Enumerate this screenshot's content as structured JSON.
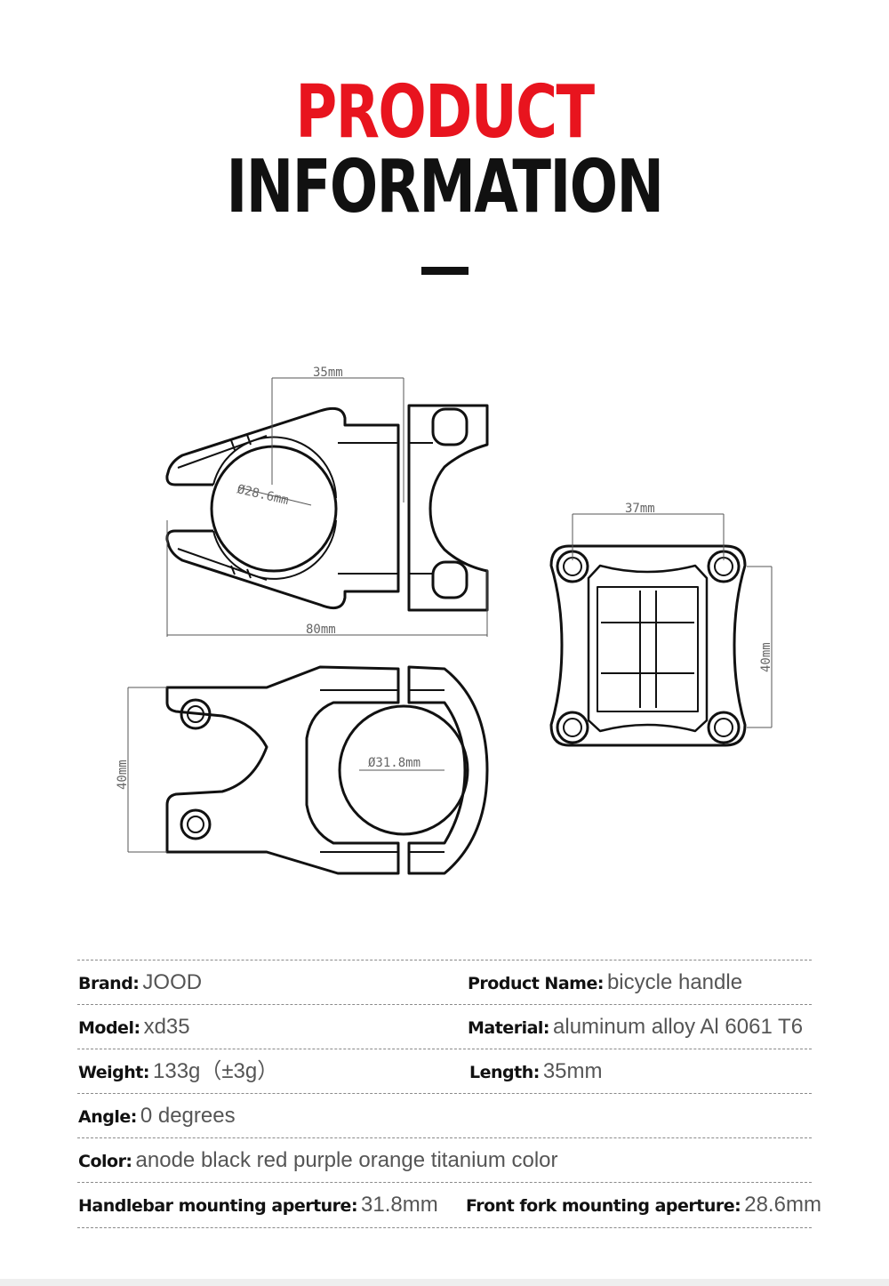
{
  "header": {
    "title_line1": "PRODUCT",
    "title_line2": "INFORMATION",
    "accent_color": "#e8141e"
  },
  "drawing": {
    "dim_top_length": "35mm",
    "dim_front_fork": "Ø28.6mm",
    "dim_total_length": "80mm",
    "dim_clamp_width": "37mm",
    "dim_clamp_height_right": "40mm",
    "dim_clamp_height_left": "40mm",
    "dim_handlebar": "Ø31.8mm"
  },
  "specs": [
    {
      "label": "Brand:",
      "value": "JOOD",
      "label2": "Product Name:",
      "value2": "bicycle handle"
    },
    {
      "label": "Model:",
      "value": "xd35",
      "label2": "Material:",
      "value2": "aluminum alloy Al 6061 T6"
    },
    {
      "label": "Weight:",
      "value": "133g（±3g）",
      "label2": "Length:",
      "value2": "35mm"
    },
    {
      "label": "Angle:",
      "value": "0 degrees",
      "label2": "",
      "value2": ""
    },
    {
      "label": "Color:",
      "value": "anode black red purple orange titanium color",
      "label2": "",
      "value2": ""
    },
    {
      "label": "Handlebar mounting aperture:",
      "value": "31.8mm",
      "label2": "Front fork mounting aperture:",
      "value2": "28.6mm"
    }
  ]
}
